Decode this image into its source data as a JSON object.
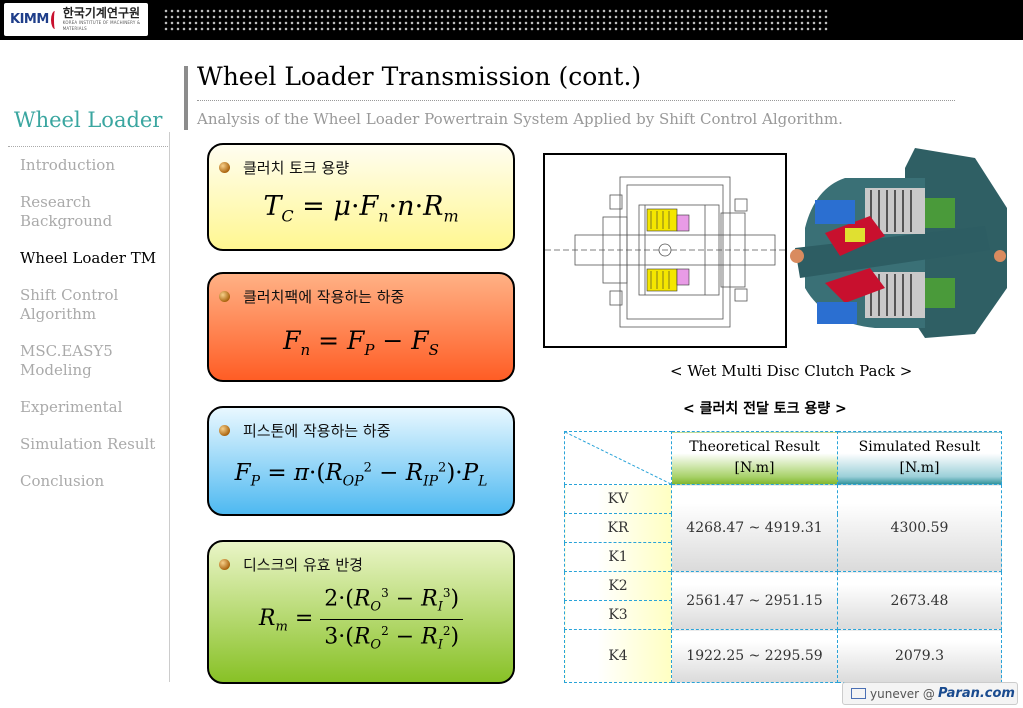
{
  "header": {
    "logo_mark": "KIMM",
    "logo_korean": "한국기계연구원",
    "logo_english": "KOREA INSTITUTE OF MACHINERY & MATERIALS"
  },
  "page": {
    "title": "Wheel Loader Transmission (cont.)",
    "subtitle": "Analysis of the Wheel Loader Powertrain System Applied by Shift Control Algorithm."
  },
  "sidebar": {
    "title": "Wheel Loader",
    "items": [
      {
        "label": "Introduction",
        "active": false
      },
      {
        "label": "Research Background",
        "active": false
      },
      {
        "label": "Wheel Loader TM",
        "active": true
      },
      {
        "label": "Shift Control Algorithm",
        "active": false
      },
      {
        "label": "MSC.EASY5 Modeling",
        "active": false
      },
      {
        "label": "Experimental",
        "active": false
      },
      {
        "label": "Simulation Result",
        "active": false
      },
      {
        "label": "Conclusion",
        "active": false
      }
    ]
  },
  "formulas": [
    {
      "label": "클러치 토크 용량",
      "color": "#fff791"
    },
    {
      "label": "클러치팩에 작용하는 하중",
      "color": "#ff5d25"
    },
    {
      "label": "피스톤에 작용하는 하중",
      "color": "#4eb9f1"
    },
    {
      "label": "디스크의 유효 반경",
      "color": "#88c126"
    }
  ],
  "figure": {
    "caption": "< Wet Multi Disc Clutch Pack >",
    "table_caption": "< 클러치 전달 토크 용량 >"
  },
  "table": {
    "headers": [
      {
        "line1": "Theoretical Result",
        "line2": "[N.m]"
      },
      {
        "line1": "Simulated Result",
        "line2": "[N.m]"
      }
    ],
    "row_labels": [
      "KV",
      "KR",
      "K1",
      "K2",
      "K3",
      "K4"
    ],
    "groups": [
      {
        "theoretical": "4268.47 ~ 4919.31",
        "simulated": "4300.59"
      },
      {
        "theoretical": "2561.47 ~ 2951.15",
        "simulated": "2673.48"
      },
      {
        "theoretical": "1922.25 ~ 2295.59",
        "simulated": "2079.3"
      }
    ]
  },
  "footer": {
    "user": "yunever @",
    "brand": "Paran.com"
  }
}
